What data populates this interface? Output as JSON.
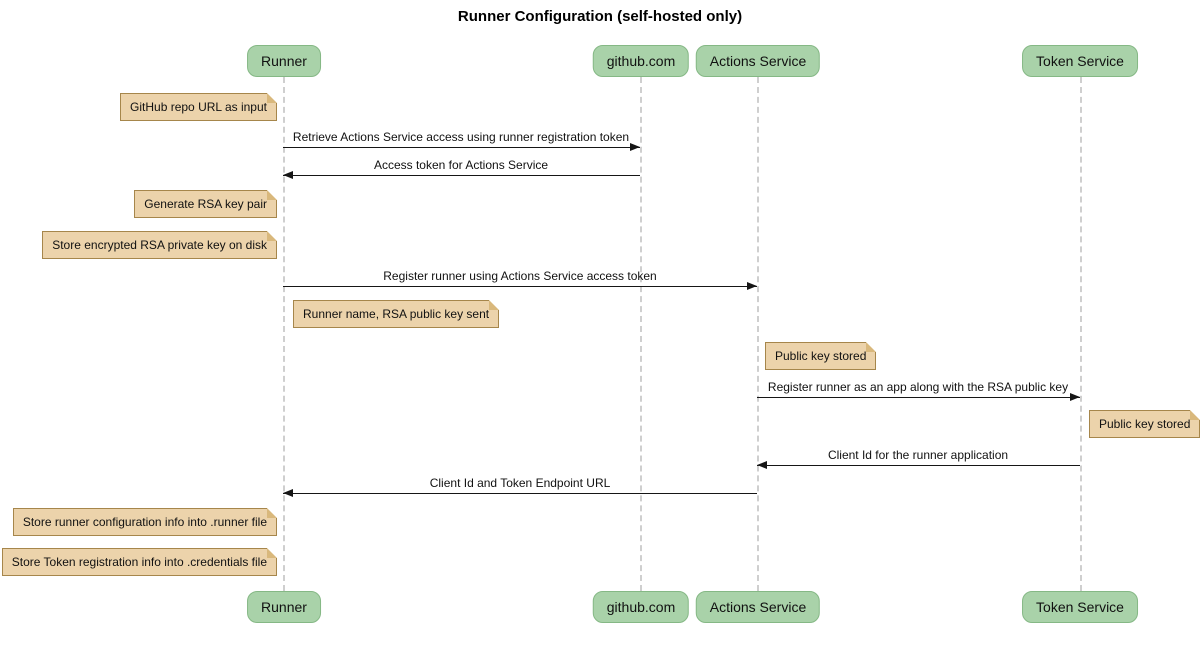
{
  "title": "Runner Configuration (self-hosted only)",
  "actors": [
    {
      "id": "runner",
      "label": "Runner"
    },
    {
      "id": "github",
      "label": "github.com"
    },
    {
      "id": "actions-service",
      "label": "Actions Service"
    },
    {
      "id": "token-service",
      "label": "Token Service"
    }
  ],
  "messages": [
    {
      "from": "Runner",
      "to": "github.com",
      "label": "Retrieve Actions Service access using runner registration token"
    },
    {
      "from": "github.com",
      "to": "Runner",
      "label": "Access token for Actions Service"
    },
    {
      "from": "Runner",
      "to": "Actions Service",
      "label": "Register runner using Actions Service access token"
    },
    {
      "from": "Actions Service",
      "to": "Token Service",
      "label": "Register runner as an app along with the RSA public key"
    },
    {
      "from": "Token Service",
      "to": "Actions Service",
      "label": "Client Id for the runner application"
    },
    {
      "from": "Actions Service",
      "to": "Runner",
      "label": "Client Id and Token Endpoint URL"
    }
  ],
  "notes": [
    {
      "actor": "Runner",
      "side": "left",
      "label": "GitHub repo URL as input"
    },
    {
      "actor": "Runner",
      "side": "left",
      "label": "Generate RSA key pair"
    },
    {
      "actor": "Runner",
      "side": "left",
      "label": "Store encrypted RSA private key on disk"
    },
    {
      "actor": "Runner",
      "side": "right",
      "label": "Runner name, RSA public key sent"
    },
    {
      "actor": "Actions Service",
      "side": "right",
      "label": "Public key stored"
    },
    {
      "actor": "Token Service",
      "side": "right",
      "label": "Public key stored"
    },
    {
      "actor": "Runner",
      "side": "left",
      "label": "Store runner configuration info into .runner file"
    },
    {
      "actor": "Runner",
      "side": "left",
      "label": "Store Token registration info into .credentials file"
    }
  ],
  "colors": {
    "actor_fill": "#a9d2a9",
    "actor_border": "#85b885",
    "note_fill": "#ecd3ab",
    "note_border": "#a6864b",
    "note_fold": "#d9b87c",
    "lifeline": "#cfcfcf",
    "message_line": "#161616",
    "text": "#111111",
    "background": "#ffffff"
  }
}
